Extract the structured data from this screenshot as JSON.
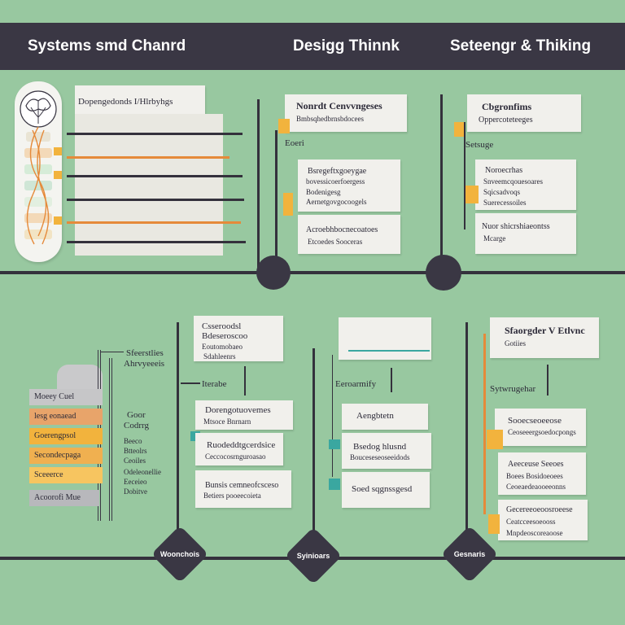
{
  "header": {
    "left": "Systems smd Chanrd",
    "center": "Desigg Thinnk",
    "right": "Seteengr & Thiking"
  },
  "top_left": {
    "heading": "Dopengedonds I/Hlrbyhgs"
  },
  "top_mid": {
    "card1": [
      "Nonrdt Cenvvngeses",
      "Bmbsqhedbrnsbdocees"
    ],
    "side_label": "Eoeri",
    "card2": [
      "Bsregeftxgoeygae",
      "bovessicoerfoergess",
      "Bodenigesg",
      "Aernetgovgocoogels"
    ],
    "card3": [
      "Acroebhbocnecoatoes",
      "Etcoedes Sooceras"
    ]
  },
  "top_right": {
    "card1": [
      "Cbgronfims",
      "Oppercoteteeges"
    ],
    "side_label": "Setsuge",
    "card2": [
      "Noroecrhas",
      "Snveemcqouesoares",
      "Sqicsadvoqs",
      "Suerecessoiles"
    ],
    "card3": [
      "Nuor shicrshiaeontss",
      "Mcarge"
    ]
  },
  "bottom_left": {
    "labels": [
      "Sfeerstlies",
      "Ahrvyeeeis",
      "Goor",
      "Codrrg",
      "Beeco",
      "Btteolrs",
      "Ceoiles",
      "Odeleonellie",
      "Eeceieo",
      "Dobitve"
    ],
    "bars": [
      "Moeey Cuel",
      "lesg eonaead",
      "Goerengpsol",
      "Secondecpaga",
      "Sceeerce",
      "Acoorofi Mue"
    ],
    "bar_colors": [
      "#c6c6c8",
      "#e8a46a",
      "#f2b33d",
      "#f0b050",
      "#f7c560",
      "#b8b8bc"
    ]
  },
  "bottom_mid1": {
    "card1": [
      "Csseroodsl",
      "Bdeseroscoo",
      "Eoutomobaeo",
      "Sdahleenrs"
    ],
    "side_label": "Iterabe",
    "card2": [
      "Dorengotuovemes",
      "Mtsoce Bnrnarn"
    ],
    "card3": [
      "Ruodeddtgcerdsice",
      "Ceccocosrnguroasao"
    ],
    "card4": [
      "Bunsis cemneofcsceso",
      "Betiers pooeecoieta"
    ]
  },
  "bottom_mid2": {
    "side_label": "Eeroarmify",
    "card2": [
      "Aengbtetn"
    ],
    "card3": [
      "Bsedog hlusnd",
      "Bouceseseoseeidods"
    ],
    "card4": [
      "Soed sqgnssgesd"
    ]
  },
  "bottom_right": {
    "card1": [
      "Sfaorgder V Etlvnc",
      "Gotiies"
    ],
    "side_label": "Sytwrugehar",
    "card2": [
      "Sooecseoeeose",
      "Ceoseeergsoedocpongs"
    ],
    "card3": [
      "Aeeceuse Seeoes",
      "Boees Bosidoeoees",
      "Ceoeaedeaooeeonns"
    ],
    "card4": [
      "Gecereeoeoosroeese",
      "Ceatcceesoeooss",
      "Mnpdeoscoreaoose"
    ]
  },
  "diamond_labels": [
    "Woonchois",
    "Syinioars",
    "Gesnaris"
  ],
  "colors": {
    "background": "#98c8a0",
    "header": "#3a3744",
    "accent_orange": "#f2b33d",
    "accent_teal": "#3aa7a0",
    "card": "#f1f0ec"
  }
}
